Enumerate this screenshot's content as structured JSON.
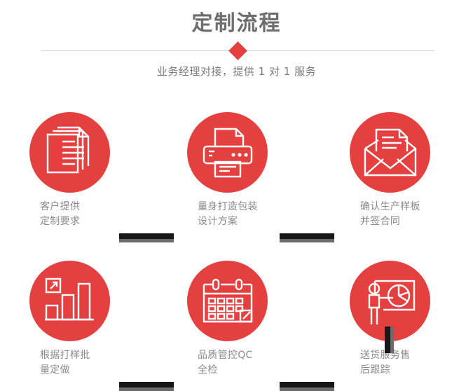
{
  "header": {
    "title": "定制流程",
    "subtitle": "业务经理对接，提供 1 对 1 服务",
    "diamond_icon": "diamond-marker",
    "accent_color": "#e4403f",
    "title_color": "#6d6d6d",
    "divider_color": "#cfcfcf"
  },
  "flow": {
    "label_color": "#8a8a8a",
    "connector_color": "#171717",
    "connector_shadow_color": "#6b6b6b",
    "steps": [
      {
        "index": "1",
        "icon": "documents-icon",
        "label": "客户提供\n定制要求"
      },
      {
        "index": "2",
        "icon": "printer-icon",
        "label": "量身打造包装\n设计方案"
      },
      {
        "index": "3",
        "icon": "envelope-icon",
        "label": "确认生产样板\n并签合同"
      },
      {
        "index": "4",
        "icon": "bar-chart-icon",
        "label": "根据打样批\n量定做"
      },
      {
        "index": "5",
        "icon": "calendar-icon",
        "label": "品质管控QC\n全检"
      },
      {
        "index": "6",
        "icon": "presenter-icon",
        "label": "送货服务售\n后跟踪"
      }
    ],
    "connectors": [
      {
        "name": "connector-step1-step2",
        "orientation": "horizontal"
      },
      {
        "name": "connector-step2-step3",
        "orientation": "horizontal"
      },
      {
        "name": "connector-step3-step6",
        "orientation": "vertical"
      },
      {
        "name": "connector-step4-step5",
        "orientation": "horizontal"
      },
      {
        "name": "connector-step5-step6",
        "orientation": "horizontal"
      }
    ]
  }
}
